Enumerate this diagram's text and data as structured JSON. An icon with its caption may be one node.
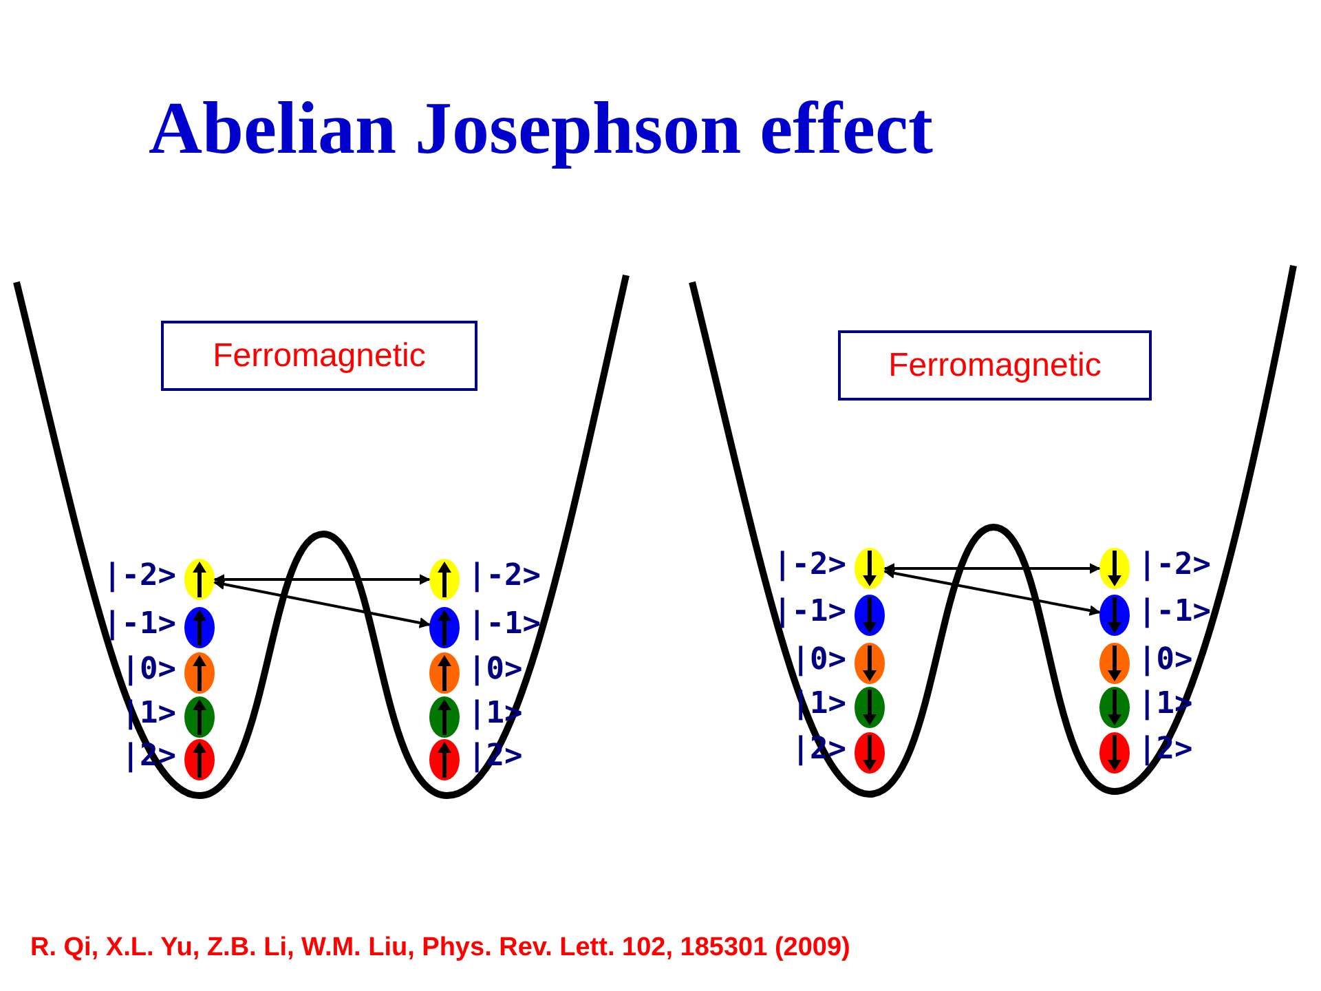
{
  "diagram": {
    "title": "Abelian Josephson effect",
    "caption": "R. Qi, X.L. Yu, Z.B. Li, W.M. Liu, Phys. Rev. Lett. 102, 185301 (2009)",
    "nodes": [
      {
        "text": [
          "Ferromagnetic"
        ]
      },
      {
        "text": [
          "Ferromagnetic"
        ]
      },
      {
        "text": [],
        "shape": "circle",
        "beside": [
          "|-2>"
        ]
      },
      {
        "text": [],
        "shape": "circle",
        "beside": [
          "|-1>"
        ]
      },
      {
        "text": [],
        "shape": "circle",
        "beside": [
          "|0>"
        ]
      },
      {
        "text": [],
        "shape": "circle",
        "beside": [
          "|1>"
        ]
      },
      {
        "text": [],
        "shape": "circle",
        "beside": [
          "|2>"
        ]
      },
      {
        "text": [],
        "shape": "circle",
        "beside": [
          "|-2>"
        ]
      },
      {
        "text": [],
        "shape": "circle",
        "beside": [
          "|-1>"
        ]
      },
      {
        "text": [],
        "shape": "circle",
        "beside": [
          "|0>"
        ]
      },
      {
        "text": [],
        "shape": "circle",
        "beside": [
          "|1>"
        ]
      },
      {
        "text": [],
        "shape": "circle",
        "beside": [
          "|2>"
        ]
      },
      {
        "text": [],
        "shape": "circle",
        "beside": [
          "|-2>"
        ]
      },
      {
        "text": [],
        "shape": "circle",
        "beside": [
          "|-1>"
        ]
      },
      {
        "text": [],
        "shape": "circle",
        "beside": [
          "|0>"
        ]
      },
      {
        "text": [],
        "shape": "circle",
        "beside": [
          "|1>"
        ]
      },
      {
        "text": [],
        "shape": "circle",
        "beside": [
          "|2>"
        ]
      },
      {
        "text": [],
        "shape": "circle",
        "beside": [
          "|-2>"
        ]
      },
      {
        "text": [],
        "shape": "circle",
        "beside": [
          "|-1>"
        ]
      },
      {
        "text": [],
        "shape": "circle",
        "beside": [
          "|0>"
        ]
      },
      {
        "text": [],
        "shape": "circle",
        "beside": [
          "|1>"
        ]
      },
      {
        "text": [],
        "shape": "circle",
        "beside": [
          "|2>"
        ]
      }
    ],
    "edges": [
      {
        "from": 2,
        "to": 7,
        "arrow": "both"
      },
      {
        "from": 2,
        "to": 8,
        "arrow": "both"
      },
      {
        "from": 12,
        "to": 17,
        "arrow": "both"
      },
      {
        "from": 12,
        "to": 18,
        "arrow": "both"
      }
    ]
  }
}
